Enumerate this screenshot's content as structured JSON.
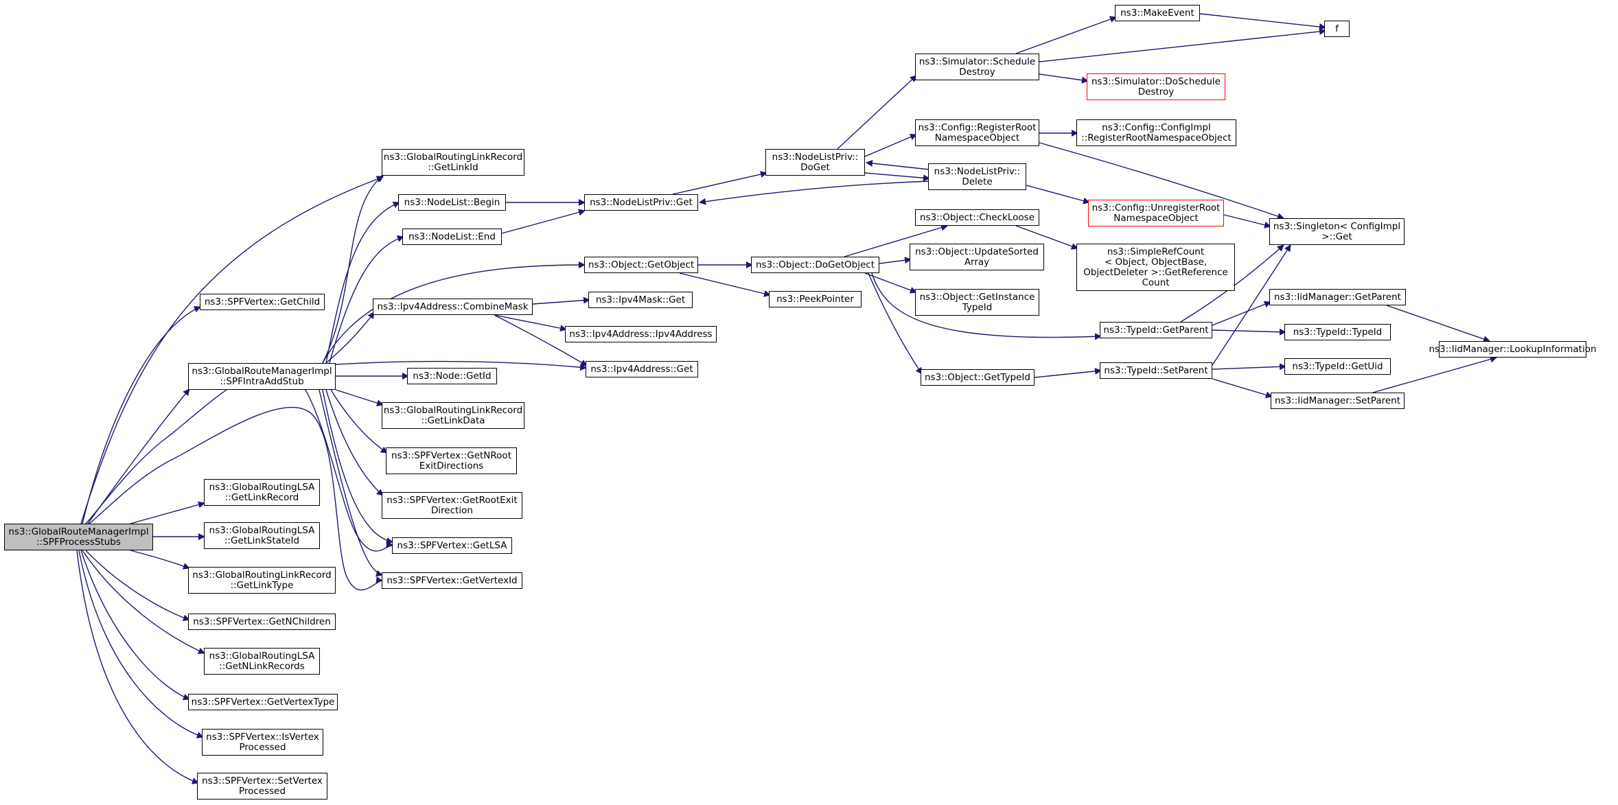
{
  "colors": {
    "edge": "#191970",
    "border": "#000000",
    "red_border": "#ff0000",
    "root_fill": "#bfbfbf"
  },
  "nodes": {
    "SPFProcessStubs": [
      "ns3::GlobalRouteManagerImpl",
      "::SPFProcessStubs"
    ],
    "GetChild": [
      "ns3::SPFVertex::GetChild"
    ],
    "SPFIntraAddStub": [
      "ns3::GlobalRouteManagerImpl",
      "::SPFIntraAddStub"
    ],
    "LSA_GetLinkRecord": [
      "ns3::GlobalRoutingLSA",
      "::GetLinkRecord"
    ],
    "LSA_GetLinkStateId": [
      "ns3::GlobalRoutingLSA",
      "::GetLinkStateId"
    ],
    "LR_GetLinkType": [
      "ns3::GlobalRoutingLinkRecord",
      "::GetLinkType"
    ],
    "GetNChildren": [
      "ns3::SPFVertex::GetNChildren"
    ],
    "LSA_GetNLinkRecords": [
      "ns3::GlobalRoutingLSA",
      "::GetNLinkRecords"
    ],
    "GetVertexType": [
      "ns3::SPFVertex::GetVertexType"
    ],
    "IsVertexProcessed": [
      "ns3::SPFVertex::IsVertex",
      "Processed"
    ],
    "SetVertexProcessed": [
      "ns3::SPFVertex::SetVertex",
      "Processed"
    ],
    "LR_GetLinkId": [
      "ns3::GlobalRoutingLinkRecord",
      "::GetLinkId"
    ],
    "NodeList_Begin": [
      "ns3::NodeList::Begin"
    ],
    "NodeList_End": [
      "ns3::NodeList::End"
    ],
    "Ipv4_CombineMask": [
      "ns3::Ipv4Address::CombineMask"
    ],
    "Node_GetId": [
      "ns3::Node::GetId"
    ],
    "LR_GetLinkData": [
      "ns3::GlobalRoutingLinkRecord",
      "::GetLinkData"
    ],
    "GetNRootExitDirections": [
      "ns3::SPFVertex::GetNRoot",
      "ExitDirections"
    ],
    "GetRootExitDirection": [
      "ns3::SPFVertex::GetRootExit",
      "Direction"
    ],
    "GetLSA": [
      "ns3::SPFVertex::GetLSA"
    ],
    "GetVertexId": [
      "ns3::SPFVertex::GetVertexId"
    ],
    "NLP_Get": [
      "ns3::NodeListPriv::Get"
    ],
    "Object_GetObject": [
      "ns3::Object::GetObject"
    ],
    "Ipv4Mask_Get": [
      "ns3::Ipv4Mask::Get"
    ],
    "Ipv4Address_Ipv4Address": [
      "ns3::Ipv4Address::Ipv4Address"
    ],
    "Ipv4Address_Get": [
      "ns3::Ipv4Address::Get"
    ],
    "NLP_DoGet": [
      "ns3::NodeListPriv::",
      "DoGet"
    ],
    "Object_DoGetObject": [
      "ns3::Object::DoGetObject"
    ],
    "PeekPointer": [
      "ns3::PeekPointer"
    ],
    "Sim_ScheduleDestroy": [
      "ns3::Simulator::Schedule",
      "Destroy"
    ],
    "Config_RegisterRoot": [
      "ns3::Config::RegisterRoot",
      "NamespaceObject"
    ],
    "NLP_Delete": [
      "ns3::NodeListPriv::",
      "Delete"
    ],
    "Object_CheckLoose": [
      "ns3::Object::CheckLoose"
    ],
    "Object_UpdateSortedArray": [
      "ns3::Object::UpdateSorted",
      "Array"
    ],
    "Object_GetInstanceTypeId": [
      "ns3::Object::GetInstance",
      "TypeId"
    ],
    "Object_GetTypeId": [
      "ns3::Object::GetTypeId"
    ],
    "MakeEvent": [
      "ns3::MakeEvent"
    ],
    "Sim_DoScheduleDestroy": [
      "ns3::Simulator::DoSchedule",
      "Destroy"
    ],
    "ConfigImpl_RegisterRoot": [
      "ns3::Config::ConfigImpl",
      "::RegisterRootNamespaceObject"
    ],
    "Config_UnregisterRoot": [
      "ns3::Config::UnregisterRoot",
      "NamespaceObject"
    ],
    "SimpleRefCount": [
      "ns3::SimpleRefCount",
      "< Object, ObjectBase,",
      "ObjectDeleter >::GetReference",
      "Count"
    ],
    "TypeId_GetParent": [
      "ns3::TypeId::GetParent"
    ],
    "TypeId_SetParent": [
      "ns3::TypeId::SetParent"
    ],
    "f": [
      "f"
    ],
    "Singleton_Get": [
      "ns3::Singleton< ConfigImpl",
      " >::Get"
    ],
    "IidManager_GetParent": [
      "ns3::IidManager::GetParent"
    ],
    "TypeId_TypeId": [
      "ns3::TypeId::TypeId"
    ],
    "TypeId_GetUid": [
      "ns3::TypeId::GetUid"
    ],
    "IidManager_SetParent": [
      "ns3::IidManager::SetParent"
    ],
    "IidManager_LookupInformation": [
      "ns3::IidManager::LookupInformation"
    ]
  }
}
